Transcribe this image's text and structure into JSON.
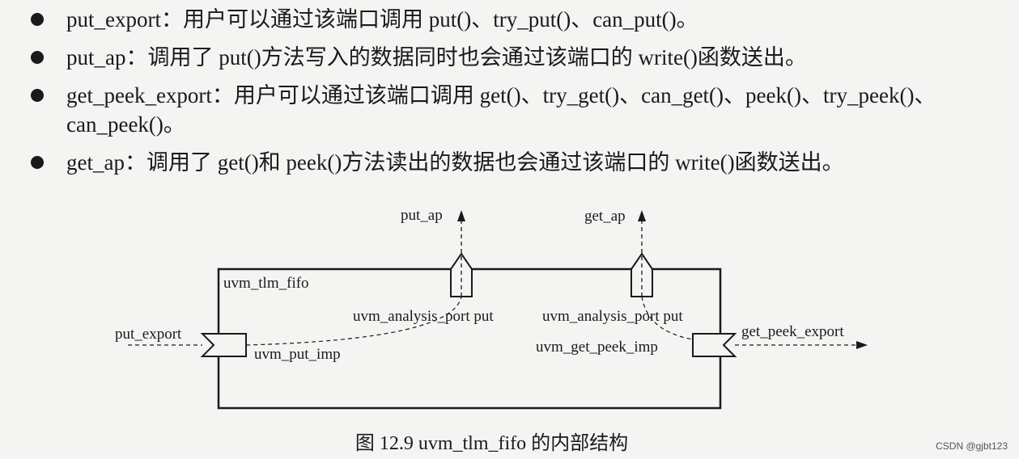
{
  "bullets": [
    {
      "text": "put_export：用户可以通过该端口调用 put()、try_put()、can_put()。"
    },
    {
      "text": "put_ap：调用了 put()方法写入的数据同时也会通过该端口的 write()函数送出。"
    },
    {
      "text": "get_peek_export：用户可以通过该端口调用 get()、try_get()、can_get()、peek()、try_peek()、can_peek()。"
    },
    {
      "text": "get_ap：调用了 get()和 peek()方法读出的数据也会通过该端口的 write()函数送出。"
    }
  ],
  "diagram": {
    "component_name": "uvm_tlm_fifo",
    "ports": {
      "put_ap": {
        "label": "put_ap",
        "internal": "uvm_analysis_port put"
      },
      "get_ap": {
        "label": "get_ap",
        "internal": "uvm_analysis_port put"
      },
      "put_export": {
        "label": "put_export",
        "internal": "uvm_put_imp"
      },
      "get_peek_export": {
        "label": "get_peek_export",
        "internal": "uvm_get_peek_imp"
      }
    }
  },
  "caption": "图 12.9 uvm_tlm_fifo 的内部结构",
  "watermark": "CSDN @gjbt123"
}
